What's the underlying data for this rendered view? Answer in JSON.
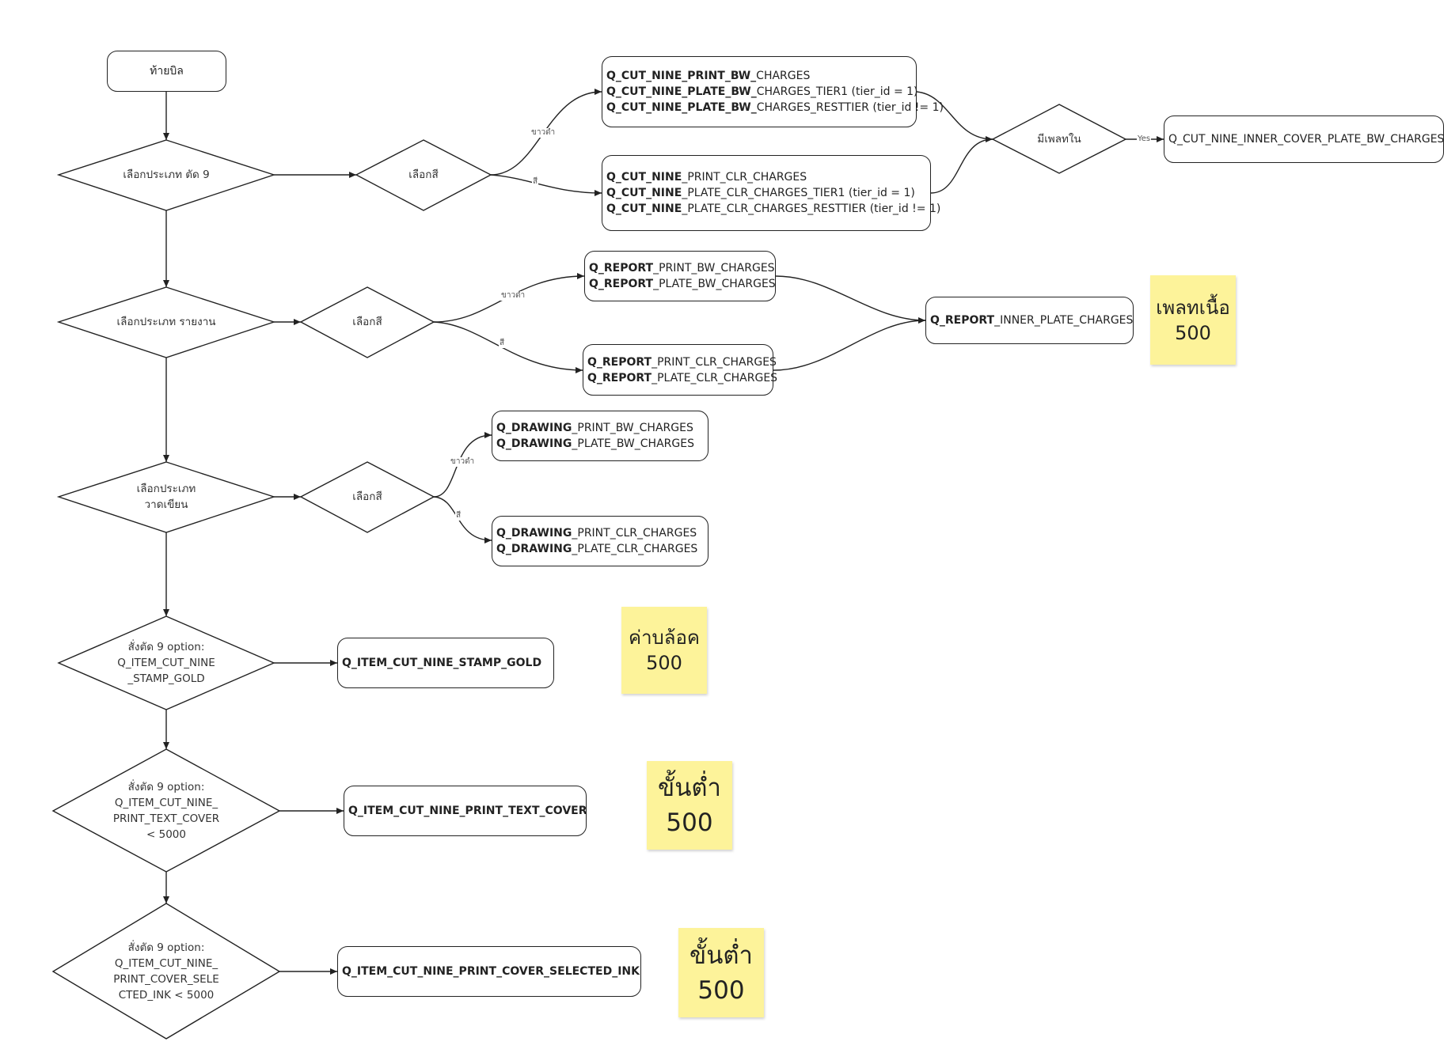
{
  "start": "ท้ายบิล",
  "diamonds": {
    "d1": [
      "เลือกประเภท ตัด 9"
    ],
    "c1": [
      "เลือกสี"
    ],
    "d2": [
      "เลือกประเภท รายงาน"
    ],
    "c2": [
      "เลือกสี"
    ],
    "d3": [
      "เลือกประเภท",
      "วาดเขียน"
    ],
    "c3": [
      "เลือกสี"
    ],
    "d4": [
      "สั่งตัด 9 option:",
      "Q_ITEM_CUT_NINE",
      "_STAMP_GOLD"
    ],
    "d5": [
      "สั่งตัด 9 option:",
      "Q_ITEM_CUT_NINE_",
      "PRINT_TEXT_COVER",
      "< 5000"
    ],
    "d6": [
      "สั่งตัด 9 option:",
      "Q_ITEM_CUT_NINE_",
      "PRINT_COVER_SELE",
      "CTED_INK < 5000"
    ],
    "m1": [
      "มีเพลทใน"
    ]
  },
  "edge_labels": {
    "bw1": "ขาวดำ",
    "clr1": "สี",
    "bw2": "ขาวดำ",
    "clr2": "สี",
    "bw3": "ขาวดำ",
    "clr3": "สี",
    "yes": "Yes"
  },
  "boxes": {
    "cut_bw": [
      {
        "b": "Q_CUT_NINE_PRINT_BW_",
        "r": "CHARGES"
      },
      {
        "b": "Q_CUT_NINE_PLATE_BW_",
        "r": "CHARGES_TIER1 (tier_id = 1)"
      },
      {
        "b": "Q_CUT_NINE_PLATE_BW_",
        "r": "CHARGES_RESTTIER (tier_id != 1)"
      }
    ],
    "cut_clr": [
      {
        "b": "Q_CUT_NINE",
        "r": "_PRINT_CLR_CHARGES"
      },
      {
        "b": "Q_CUT_NINE",
        "r": "_PLATE_CLR_CHARGES_TIER1 (tier_id = 1)"
      },
      {
        "b": "Q_CUT_NINE",
        "r": "_PLATE_CLR_CHARGES_RESTTIER (tier_id != 1)"
      }
    ],
    "cut_inner": [
      {
        "b": "",
        "r": "Q_CUT_NINE_INNER_COVER_PLATE_BW_CHARGES"
      }
    ],
    "rep_bw": [
      {
        "b": "Q_REPORT",
        "r": "_PRINT_BW_CHARGES"
      },
      {
        "b": "Q_REPORT",
        "r": "_PLATE_BW_CHARGES"
      }
    ],
    "rep_clr": [
      {
        "b": "Q_REPORT",
        "r": "_PRINT_CLR_CHARGES"
      },
      {
        "b": "Q_REPORT",
        "r": "_PLATE_CLR_CHARGES"
      }
    ],
    "rep_inner": [
      {
        "b": "Q_REPORT",
        "r": "_INNER_PLATE_CHARGES"
      }
    ],
    "draw_bw": [
      {
        "b": "Q_DRAWING",
        "r": "_PRINT_BW_CHARGES"
      },
      {
        "b": "Q_DRAWING",
        "r": "_PLATE_BW_CHARGES"
      }
    ],
    "draw_clr": [
      {
        "b": "Q_DRAWING",
        "r": "_PRINT_CLR_CHARGES"
      },
      {
        "b": "Q_DRAWING",
        "r": "_PLATE_CLR_CHARGES"
      }
    ],
    "stamp_gold": [
      {
        "b": "Q_ITEM_CUT_NINE_STAMP_GOLD",
        "r": ""
      }
    ],
    "print_text_cover": [
      {
        "b": "Q_ITEM_CUT_NINE_PRINT_TEXT_COVER",
        "r": ""
      }
    ],
    "print_cover_ink": [
      {
        "b": "Q_ITEM_CUT_NINE_PRINT_COVER_SELECTED_INK",
        "r": ""
      }
    ]
  },
  "stickies": {
    "s1": {
      "title": "เพลทเนื้อ",
      "value": "500"
    },
    "s2": {
      "title": "ค่าบล้อค",
      "value": "500"
    },
    "s3": {
      "title": "ขั้นต่ำ",
      "value": "500"
    },
    "s4": {
      "title": "ขั้นต่ำ",
      "value": "500"
    }
  },
  "colors": {
    "line": "#222222",
    "sticky": "#fdf39a",
    "text": "#333333"
  }
}
